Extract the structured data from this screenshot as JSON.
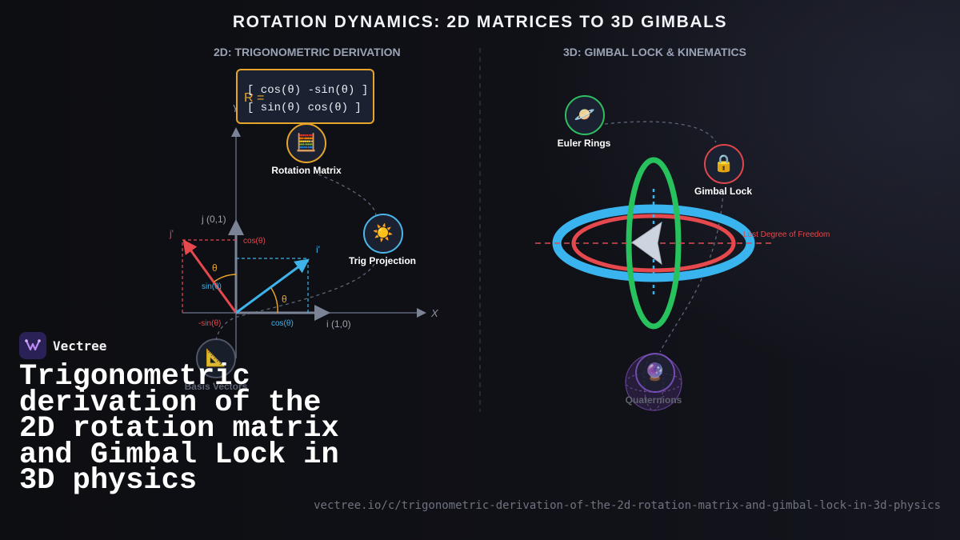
{
  "title": "ROTATION DYNAMICS: 2D MATRICES TO 3D GIMBALS",
  "left_panel": {
    "title": "2D: TRIGONOMETRIC DERIVATION",
    "matrix": {
      "r_label": "R =",
      "row1": "[ cos(θ) -sin(θ) ]",
      "row2": "[ sin(θ) cos(θ) ]"
    },
    "axis_labels": {
      "x": "X",
      "y": "Y",
      "j": "j (0,1)",
      "i": "i (1,0)",
      "j_prime": "j'",
      "i_prime": "i'"
    },
    "annotations": {
      "cos_top": "cos(θ)",
      "sin_left": "sin(θ)",
      "neg_sin": "-sin(θ)",
      "cos_bottom": "cos(θ)",
      "theta": "θ"
    },
    "nodes": [
      {
        "label": "Rotation Matrix",
        "icon": "abacus-icon",
        "glyph": "🧮",
        "color": "#e6a42a"
      },
      {
        "label": "Trig Projection",
        "icon": "sun-icon",
        "glyph": "☀️",
        "color": "#4cb6e8"
      },
      {
        "label": "Basis Vectors",
        "icon": "triangle-ruler-icon",
        "glyph": "📐",
        "color": "#7a8194"
      }
    ]
  },
  "right_panel": {
    "title": "3D: GIMBAL LOCK & KINEMATICS",
    "lost_dof": "Lost Degree of Freedom",
    "nodes": [
      {
        "label": "Euler Rings",
        "icon": "planet-icon",
        "glyph": "🪐",
        "color": "#2fbf62"
      },
      {
        "label": "Gimbal Lock",
        "icon": "lock-icon",
        "glyph": "🔒",
        "color": "#e0474c"
      },
      {
        "label": "Quaternions",
        "icon": "crystal-ball-icon",
        "glyph": "🔮",
        "color": "#8a5bd6"
      }
    ]
  },
  "brand": {
    "name": "Vectree"
  },
  "headline": "Trigonometric derivation of the 2D rotation matrix and Gimbal Lock in 3D physics",
  "url": "vectree.io/c/trigonometric-derivation-of-the-2d-rotation-matrix-and-gimbal-lock-in-3d-physics"
}
